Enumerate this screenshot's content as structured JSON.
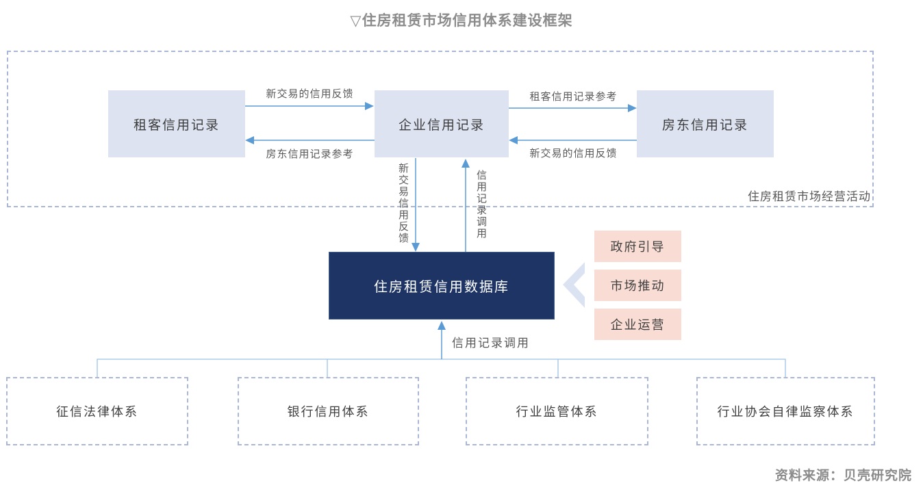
{
  "title": "▽住房租赁市场信用体系建设框架",
  "market_zone": {
    "label": "住房租赁市场经营活动",
    "boxes": {
      "tenant": "租客信用记录",
      "enterprise": "企业信用记录",
      "landlord": "房东信用记录"
    },
    "arrows": {
      "tenant_to_enterprise": "新交易的信用反馈",
      "enterprise_to_tenant": "房东信用记录参考",
      "enterprise_to_landlord": "租客信用记录参考",
      "landlord_to_enterprise": "新交易的信用反馈"
    }
  },
  "vertical_arrows": {
    "down_label": "新交易信用反馈",
    "up_label": "信用记录调用"
  },
  "database": {
    "label": "住房租赁信用数据库"
  },
  "drivers": [
    "政府引导",
    "市场推动",
    "企业运营"
  ],
  "bottom": {
    "arrow_label": "信用记录调用",
    "systems": [
      "征信法律体系",
      "银行信用体系",
      "行业监管体系",
      "行业协会自律监察体系"
    ]
  },
  "source": "资料来源：贝壳研究院",
  "colors": {
    "light_blue_box": "#dde3f1",
    "database_navy": "#1d3465",
    "driver_pink": "#f9dcd4",
    "arrow_blue": "#5b9bd5",
    "bus_line_blue": "#9dc3e6",
    "dashed_border": "#a9b6d8",
    "heading_gray": "#8b8b8b",
    "block_arrow_fill": "#dbe3f3"
  }
}
